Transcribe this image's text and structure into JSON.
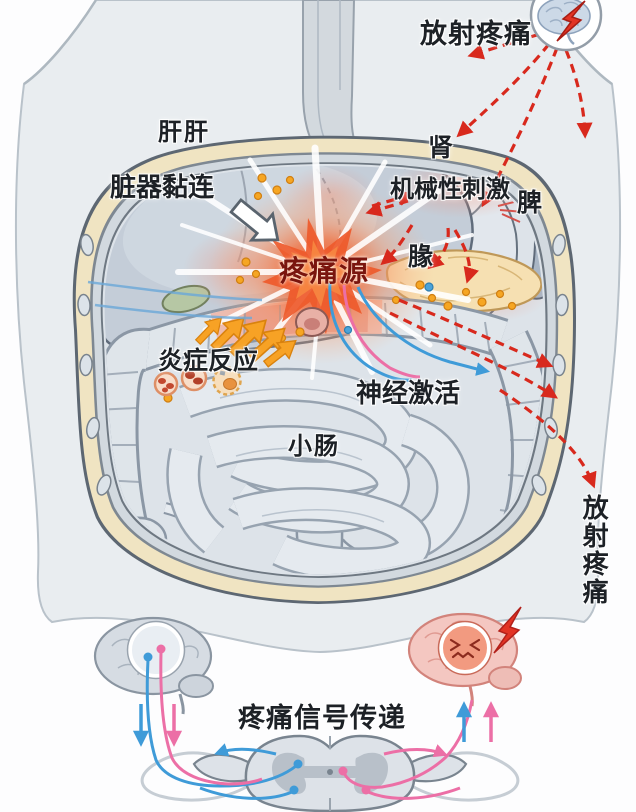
{
  "labels": {
    "radiating_pain_top": "放射疼痛",
    "liver": "肝肝",
    "organ_adhesion": "脏器黏连",
    "kidney": "肾",
    "mechanical_stimulation": "机械性刺激",
    "spleen": "脾",
    "pancreas": "腞",
    "pain_source": "疼痛源",
    "inflammation_response": "炎症反应",
    "nerve_activation": "神经激活",
    "small_intestine": "小肠",
    "radiating_pain_side": "放射疼痛",
    "pain_signal_transmission": "疼痛信号传递"
  },
  "icons": {
    "brain_pain_badge": "brain-with-lightning-in-circle",
    "lightning": "red-lightning-bolt",
    "calm_brain": "gray-brain-side-view",
    "pain_brain": "pink-brain-with-grimacing-face",
    "spinal_cord": "spinal-cord-cross-section",
    "block_arrow": "white-block-arrow",
    "immune_cells": "three-inflammatory-cells"
  },
  "colors": {
    "radiating_arrow_red": "#d8291d",
    "pain_glow_orange": "#ee5a2b",
    "pain_text_maroon": "#7a150e",
    "nerve_blue": "#3f9bd8",
    "nerve_pink": "#ec6fa6",
    "inflammation_arrow_orange": "#f7a225",
    "organ_gray_blue": "#c4cdd8",
    "pancreas_yellow": "#f6e0b2",
    "wall_beige": "#f0e4c2",
    "lightning_red": "#e23324"
  }
}
